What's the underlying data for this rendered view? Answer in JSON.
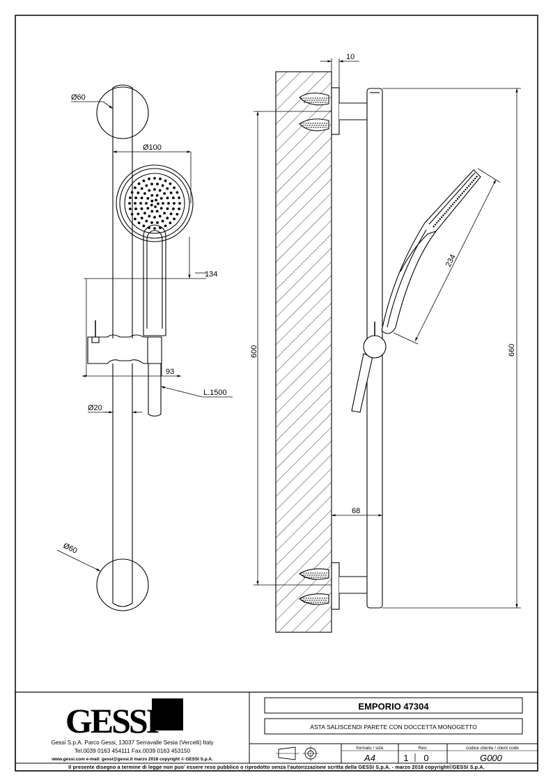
{
  "dimensions": {
    "front_wall_plate_top_dia": "Ø60",
    "front_head_dia": "Ø100",
    "front_head_offset": "134",
    "front_slider_depth": "93",
    "hose_length": "L.1500",
    "rod_dia": "Ø20",
    "front_wall_plate_bottom_dia": "Ø60",
    "side_plate_thickness": "10",
    "side_fixing_centres": "600",
    "side_handshower_length": "234",
    "side_total_height": "660",
    "side_projection": "68"
  },
  "title_block": {
    "brand": "GESSI",
    "company_line": "Gessi S.p.A. Parco Gessi, 13037 Serravalle Sesia (Vercelli) Italy",
    "phone_line": "Tel.0039  0163  454111  Fax.0039  0163  453150",
    "web_line": "www.gessi.com  e-mail: gessi@gessi.it     marzo  2018     copyright © GESSI  S.p.A.",
    "product_name": "EMPORIO  47304",
    "product_description": "ASTA SALISCENDI PARETE CON DOCCETTA MONOGETTO",
    "format_label": "formato / size",
    "format_value": "A4",
    "rev_label": "Rev.",
    "rev_major": "1",
    "rev_minor": "0",
    "client_code_label": "codice cliente / client code",
    "client_code_value": "G000",
    "projection_symbol": "first-angle-projection-icon"
  },
  "footer": {
    "notice": "Il  presente  disegno  a  termine  di  legge  non  puo'  essere  reso  pubblico  o  riprodotto  senza  l'autorizzazione  scritta  della  GESSI  S.p.A.  -  marzo  2018   copyright©GESSI  S.p.A."
  }
}
